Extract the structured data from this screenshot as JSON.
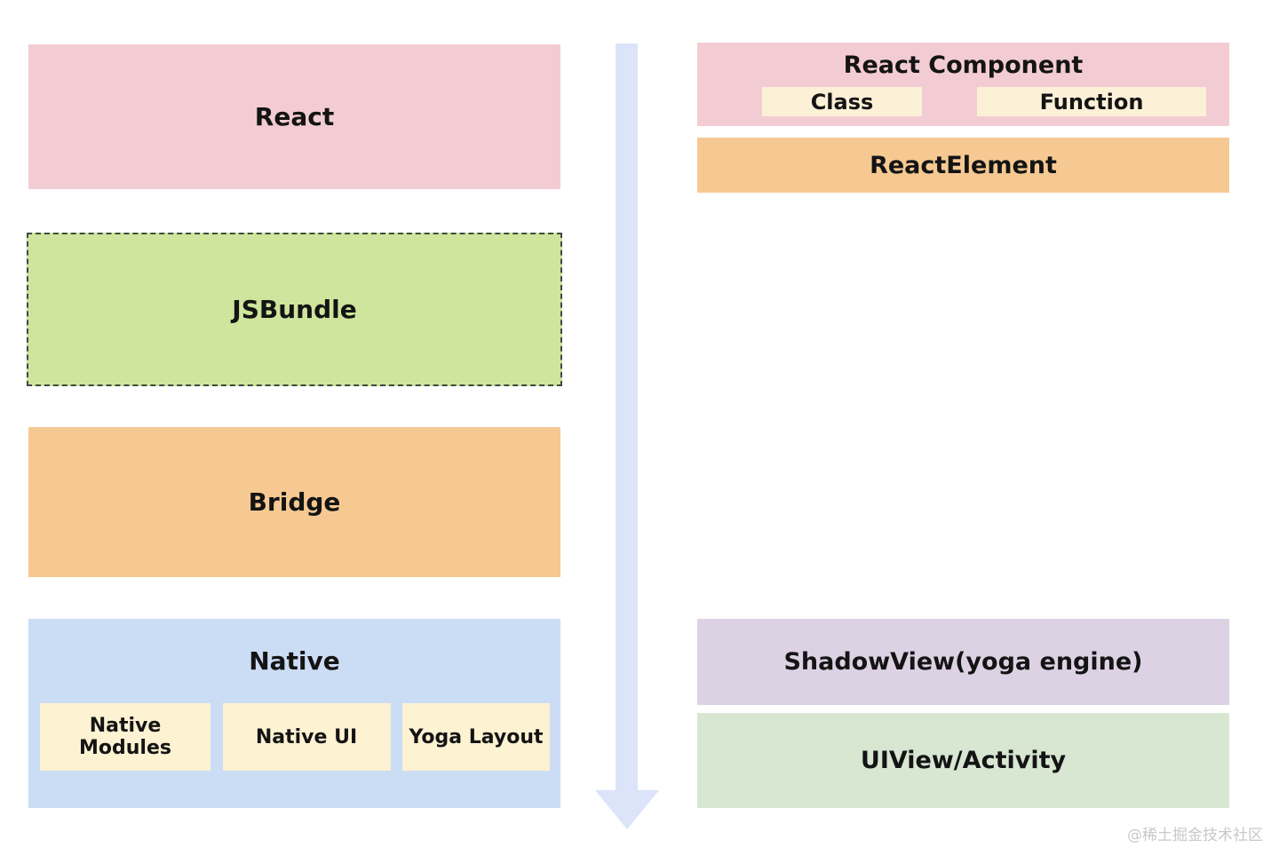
{
  "palette": {
    "pink": "#f3ccd3",
    "orange": "#f6c992",
    "green": "#cfe49c",
    "green_dash_border": "#3f4a42",
    "blue": "#cbdcf5",
    "cream": "#fcf0d6",
    "cream_native": "#fdf2d1",
    "lavender": "#dcd2e4",
    "mint": "#d7e7d2",
    "arrow_blue": "#dbe4f8",
    "text": "#141414",
    "watermark_gray": "#c8c8cd"
  },
  "left_column": {
    "react": {
      "label": "React"
    },
    "jsbundle": {
      "label": "JSBundle"
    },
    "bridge": {
      "label": "Bridge"
    },
    "native": {
      "label": "Native",
      "children": [
        {
          "label": "Native Modules"
        },
        {
          "label": "Native UI"
        },
        {
          "label": "Yoga Layout"
        }
      ]
    }
  },
  "right_column": {
    "react_component": {
      "label": "React Component",
      "children": [
        {
          "label": "Class"
        },
        {
          "label": "Function"
        }
      ]
    },
    "react_element": {
      "label": "ReactElement"
    },
    "shadow_view": {
      "label": "ShadowView(yoga engine)"
    },
    "ui_view": {
      "label": "UIView/Activity"
    }
  },
  "arrow": {
    "icon": "down-arrow"
  },
  "watermark": {
    "label": "@稀土掘金技术社区"
  }
}
